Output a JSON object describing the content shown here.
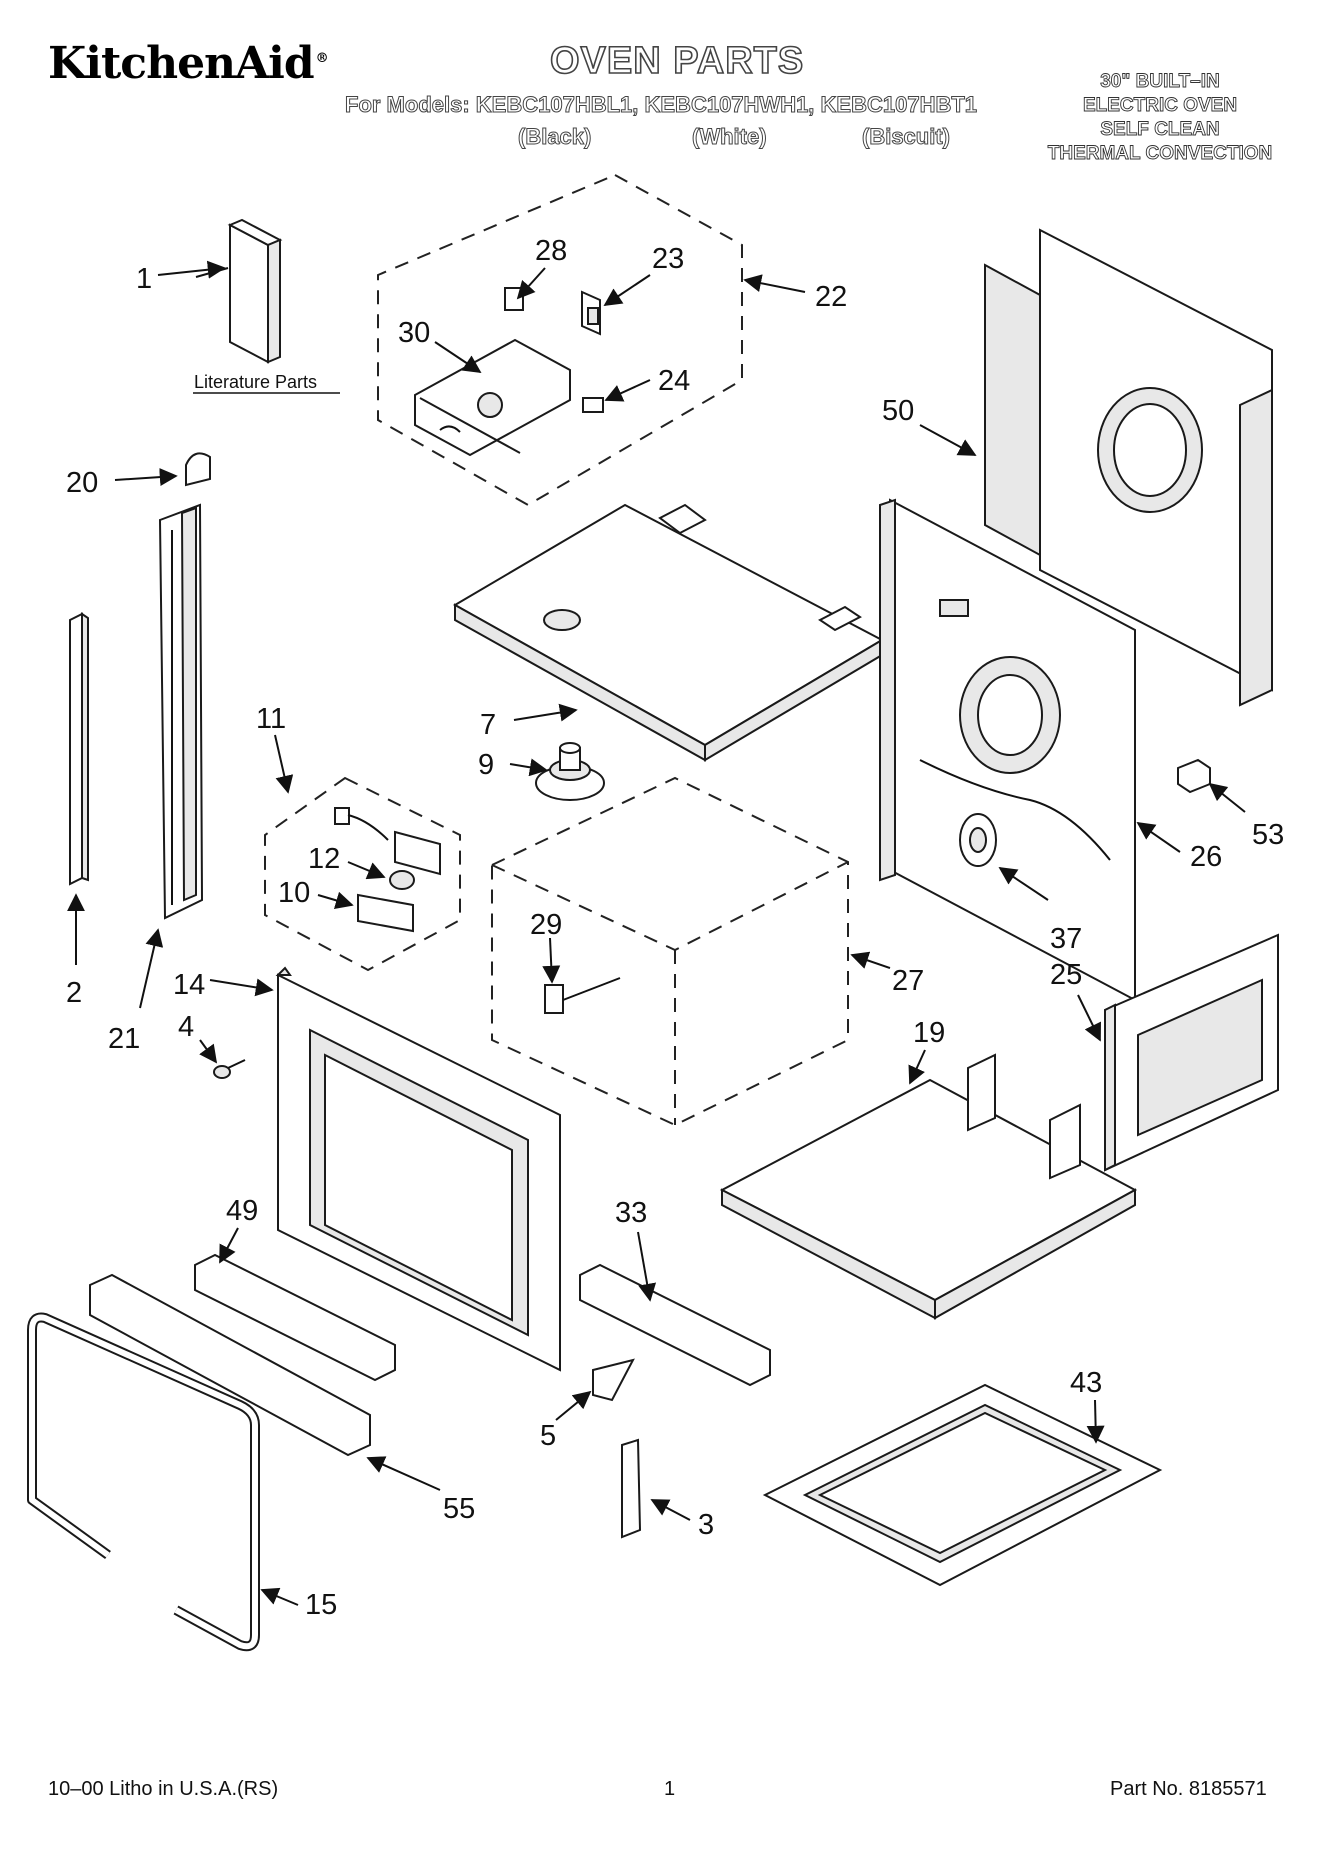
{
  "header": {
    "brand": "KitchenAid",
    "brand_mark": "®",
    "title": "OVEN PARTS",
    "models": "For Models: KEBC107HBL1, KEBC107HWH1, KEBC107HBT1",
    "variants": [
      "(Black)",
      "(White)",
      "(Biscuit)"
    ],
    "spec_lines": [
      "30\" BUILT–IN",
      "ELECTRIC OVEN",
      "SELF CLEAN",
      "THERMAL CONVECTION"
    ]
  },
  "diagram": {
    "literature_label": "Literature Parts",
    "callouts": [
      "1",
      "28",
      "23",
      "22",
      "30",
      "24",
      "50",
      "20",
      "2",
      "21",
      "11",
      "12",
      "10",
      "7",
      "9",
      "53",
      "26",
      "37",
      "29",
      "27",
      "14",
      "4",
      "25",
      "19",
      "49",
      "33",
      "5",
      "55",
      "15",
      "43",
      "3"
    ]
  },
  "footer": {
    "litho": "10–00 Litho in U.S.A.(RS)",
    "page": "1",
    "part_no": "Part No. 8185571"
  }
}
